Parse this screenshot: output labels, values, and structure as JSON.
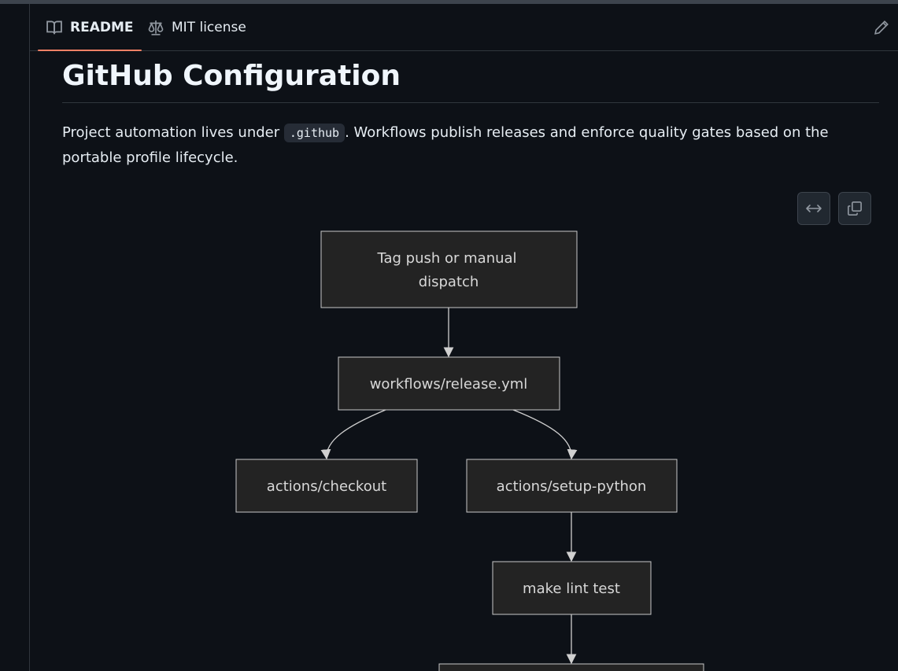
{
  "tabs": {
    "readme": "README",
    "license": "MIT license"
  },
  "article": {
    "title": "GitHub Configuration",
    "intro_before": "Project automation lives under ",
    "intro_code": ".github",
    "intro_after": ". Workflows publish releases and enforce quality gates based on the portable profile lifecycle."
  },
  "diagram": {
    "nodes": {
      "trigger_line1": "Tag push or manual",
      "trigger_line2": "dispatch",
      "release": "workflows/release.yml",
      "checkout": "actions/checkout",
      "setup_python": "actions/setup-python",
      "lint": "make lint test"
    }
  },
  "icons": {
    "readme_tab": "book-icon",
    "license_tab": "law-icon",
    "edit": "pencil-icon",
    "expand": "arrows-horizontal-icon",
    "copy": "copy-icon"
  }
}
